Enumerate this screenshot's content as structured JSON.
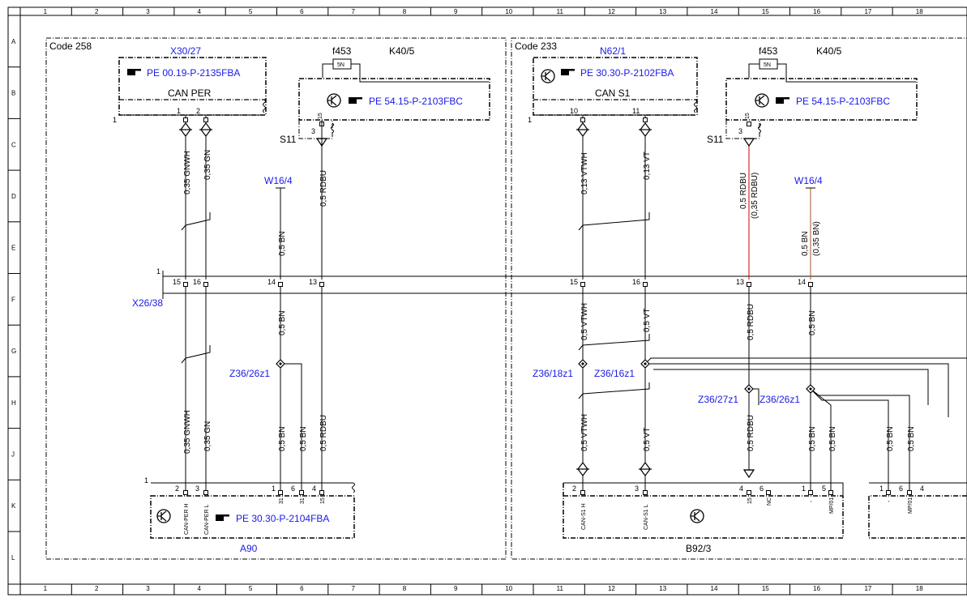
{
  "grid": {
    "cols": [
      "1",
      "2",
      "3",
      "4",
      "5",
      "6",
      "7",
      "8",
      "9",
      "10",
      "11",
      "12",
      "13",
      "14",
      "15",
      "16",
      "17",
      "18"
    ],
    "rows": [
      "A",
      "B",
      "C",
      "D",
      "E",
      "F",
      "G",
      "H",
      "J",
      "K",
      "L"
    ]
  },
  "left": {
    "code": "Code 258",
    "x30": "X30/27",
    "x30_ref": "PE 00.19-P-2135FBA",
    "can_per": "CAN PER",
    "x30_pins": [
      "1",
      "2"
    ],
    "f453": "f453",
    "fuse": "5N",
    "k40": "K40/5",
    "k40_ref": "PE 54.15-P-2103FBC",
    "k40_pin": "15",
    "s11_pin": "3",
    "s11": "S11",
    "w16": "W16/4",
    "x26": "X26/38",
    "sep": "1",
    "conn_pins": [
      "15",
      "16",
      "14",
      "13"
    ],
    "wires_upper": [
      "0,35 GNWH",
      "0,35 GN",
      "0,5 BN",
      "0,5 RDBU"
    ],
    "wires_mid": [
      "0,5 BN"
    ],
    "z36": "Z36/26z1",
    "wires_lower": [
      "0,35 GNWH",
      "0,35 GN",
      "0,5 BN",
      "0,5 BN",
      "0,5 RDBU"
    ],
    "a90_pins": [
      "2",
      "3",
      "1",
      "6",
      "4"
    ],
    "a90_pin_lbls": [
      "CAN-PER H",
      "CAN-PER L",
      "31",
      "31",
      "15"
    ],
    "a90_ref": "PE 30.30-P-2104FBA",
    "a90": "A90"
  },
  "right": {
    "code": "Code 233",
    "n62": "N62/1",
    "n62_ref": "PE 30.30-P-2102FBA",
    "can_s1": "CAN S1",
    "n62_pins": [
      "10",
      "11"
    ],
    "f453": "f453",
    "fuse": "5N",
    "k40": "K40/5",
    "k40_ref": "PE 54.15-P-2103FBC",
    "k40_pin": "15",
    "s11_pin": "3",
    "s11": "S11",
    "w16": "W16/4",
    "conn_pins": [
      "15",
      "16",
      "13",
      "14"
    ],
    "wires_upper": [
      "0,13 VTWH",
      "0,13 VT",
      "0,5 RDBU",
      "(0,35 RDBU)",
      "0,5 BN",
      "(0,35 BN)"
    ],
    "wires_mid": [
      "0,5 VTWH",
      "0,5 VT",
      "0,5 RDBU",
      "0,5 BN"
    ],
    "z36_18": "Z36/18z1",
    "z36_16": "Z36/16z1",
    "z36_27": "Z36/27z1",
    "z36_26": "Z36/26z1",
    "wires_lower": [
      "0,5 VTWH",
      "0,5 VT",
      "0,5 RDBU",
      "0,5 BN",
      "0,5 BN",
      "0,5 BN",
      "0,5 BN"
    ],
    "b92_pins": [
      "2",
      "3",
      "4",
      "6",
      "1",
      "5"
    ],
    "b92_pin_lbls": [
      "CAN-S1 H",
      "CAN-S1 L",
      "15",
      "NC",
      "-",
      "MP/01"
    ],
    "b92": "B92/3",
    "x_pins": [
      "1",
      "6",
      "4"
    ],
    "x_pin_lbls": [
      "-",
      "MP/01"
    ]
  },
  "colors": {
    "line": "#000000",
    "ref": "#1a1ae6",
    "red": "#d40000",
    "brown": "#a0522d"
  }
}
